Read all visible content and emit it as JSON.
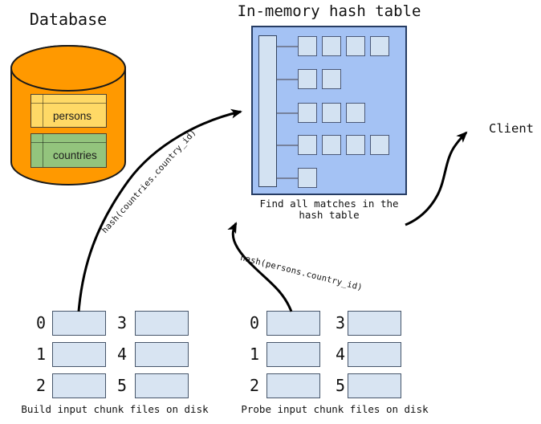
{
  "database": {
    "title": "Database",
    "cylinder_color": "#ff9900",
    "tables": [
      {
        "name": "persons",
        "color": "#ffd966"
      },
      {
        "name": "countries",
        "color": "#93c47d"
      }
    ]
  },
  "hash_table": {
    "title": "In-memory hash table",
    "caption": [
      "Find all matches in the",
      "hash table"
    ],
    "box_color": "#a4c2f4",
    "cell_color": "#d3e2f2",
    "bucket_rows": [
      4,
      2,
      3,
      4,
      1
    ]
  },
  "client": {
    "label": "Client"
  },
  "arrows": {
    "build_label": "hash(countries.country_id)",
    "probe_label": "hash(persons.country_id)",
    "color": "#000000"
  },
  "build_chunks": {
    "numbers": [
      "0",
      "1",
      "2",
      "3",
      "4",
      "5"
    ],
    "caption": "Build input chunk files on disk",
    "cell_color": "#d8e4f2"
  },
  "probe_chunks": {
    "numbers": [
      "0",
      "1",
      "2",
      "3",
      "4",
      "5"
    ],
    "caption": "Probe input chunk files on disk",
    "cell_color": "#d8e4f2"
  }
}
